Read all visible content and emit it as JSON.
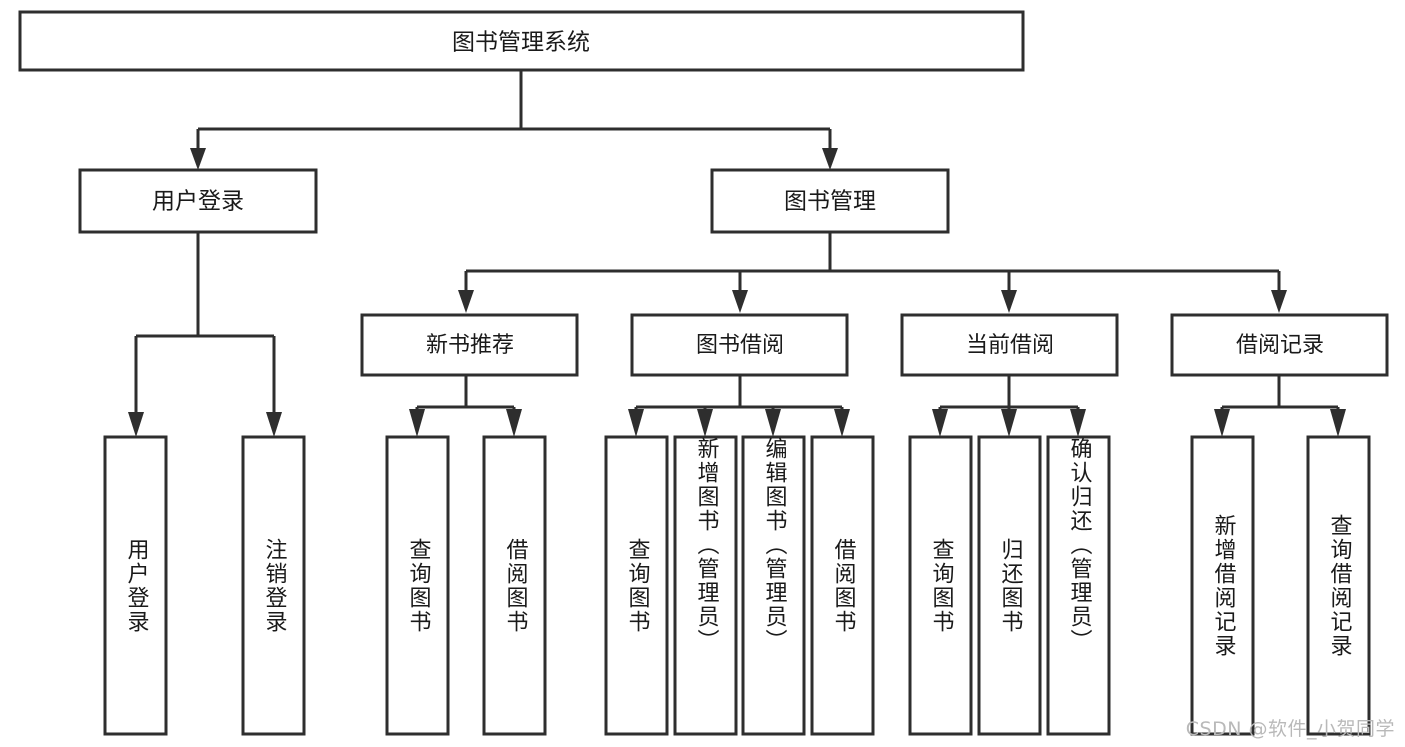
{
  "diagram": {
    "type": "tree-hierarchy",
    "title": "图书管理系统",
    "orientation": "top-down",
    "watermark": "CSDN @软件_小贺同学",
    "colors": {
      "box_stroke": "#2e2e2e",
      "box_fill": "#ffffff",
      "connector": "#2e2e2e",
      "text": "#1a1a1a",
      "background": "#ffffff",
      "watermark": "#b9b9b9"
    },
    "root": {
      "label": "图书管理系统",
      "level": 1
    },
    "level2": [
      {
        "label": "用户登录"
      },
      {
        "label": "图书管理"
      }
    ],
    "level3": [
      {
        "label": "新书推荐"
      },
      {
        "label": "图书借阅"
      },
      {
        "label": "当前借阅"
      },
      {
        "label": "借阅记录"
      }
    ],
    "leaves": {
      "user_login": [
        {
          "label": "用户登录"
        },
        {
          "label": "注销登录"
        }
      ],
      "new_book": [
        {
          "label": "查询图书"
        },
        {
          "label": "借阅图书"
        }
      ],
      "borrow_book": [
        {
          "label": "查询图书"
        },
        {
          "label": "新增图书（管理员）"
        },
        {
          "label": "编辑图书（管理员）"
        },
        {
          "label": "借阅图书"
        }
      ],
      "current_borrow": [
        {
          "label": "查询图书"
        },
        {
          "label": "归还图书"
        },
        {
          "label": "确认归还（管理员）"
        }
      ],
      "borrow_record": [
        {
          "label": "新增借阅记录"
        },
        {
          "label": "查询借阅记录"
        }
      ]
    }
  }
}
